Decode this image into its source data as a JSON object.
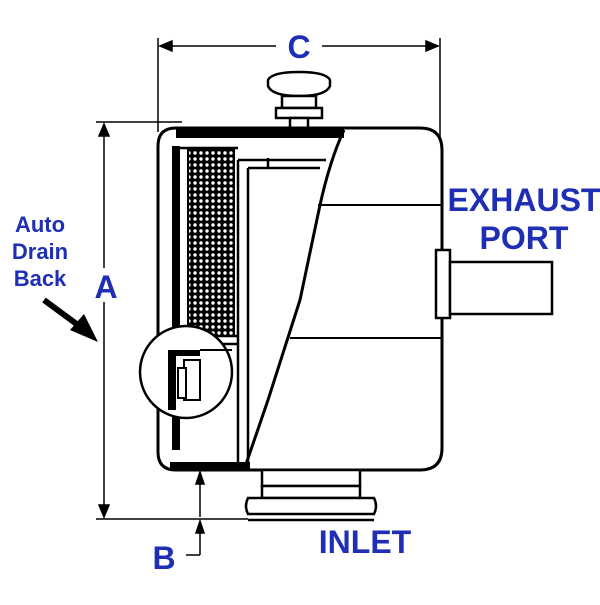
{
  "labels": {
    "dim_c": "C",
    "dim_a": "A",
    "dim_b": "B",
    "auto_drain_back": [
      "Auto",
      "Drain",
      "Back"
    ],
    "exhaust_port": [
      "EXHAUST",
      "PORT"
    ],
    "inlet": "INLET"
  },
  "colors": {
    "label": "#1f2fb5",
    "line": "#000000",
    "background": "#ffffff"
  }
}
